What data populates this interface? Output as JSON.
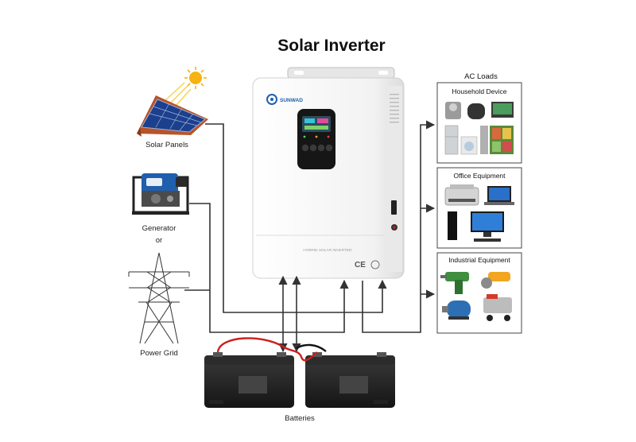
{
  "diagram": {
    "title": "Solar Inverter",
    "inverter": {
      "brand": "SUNWAD",
      "panel_text": "HYBRID SOLAR INVERTER",
      "cert_marks": "CE"
    },
    "sources": {
      "solar_panels": "Solar Panels",
      "generator": "Generator",
      "or": "or",
      "power_grid": "Power Grid"
    },
    "batteries": "Batteries",
    "ac_loads": {
      "heading": "AC Loads",
      "household": "Household Device",
      "office": "Office Equipment",
      "industrial": "Industrial Equipment"
    },
    "colors": {
      "accent_blue": "#1f5fae",
      "battery_red": "#cc1f1f",
      "wire": "#333333"
    }
  }
}
